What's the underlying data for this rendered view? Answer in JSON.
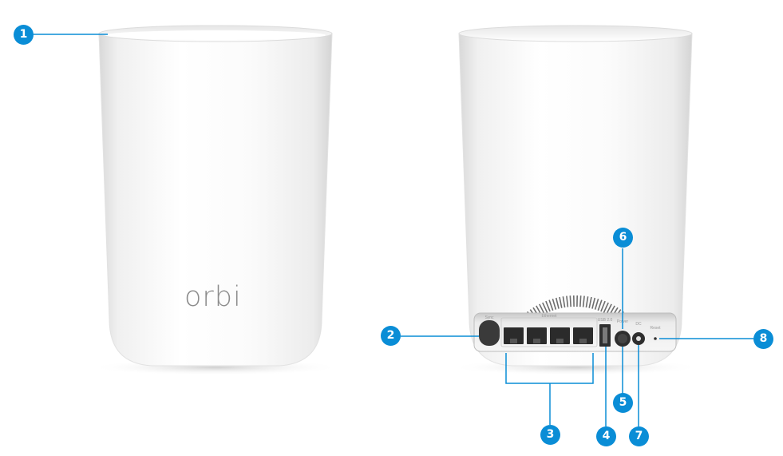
{
  "brand_logo": "orbi",
  "colors": {
    "accent": "#0a8dd6",
    "device_white": "#f4f4f4",
    "device_shadow": "#d9d9d9",
    "logo_gray": "#8c8c8c"
  },
  "port_labels": {
    "sync": "Sync",
    "ethernet": "Ethernet",
    "usb": "USB 2.0",
    "power_switch": "Power",
    "dc": "DC",
    "reset": "Reset"
  },
  "callouts": [
    {
      "number": "1"
    },
    {
      "number": "2"
    },
    {
      "number": "3"
    },
    {
      "number": "4"
    },
    {
      "number": "5"
    },
    {
      "number": "6"
    },
    {
      "number": "7"
    },
    {
      "number": "8"
    }
  ]
}
